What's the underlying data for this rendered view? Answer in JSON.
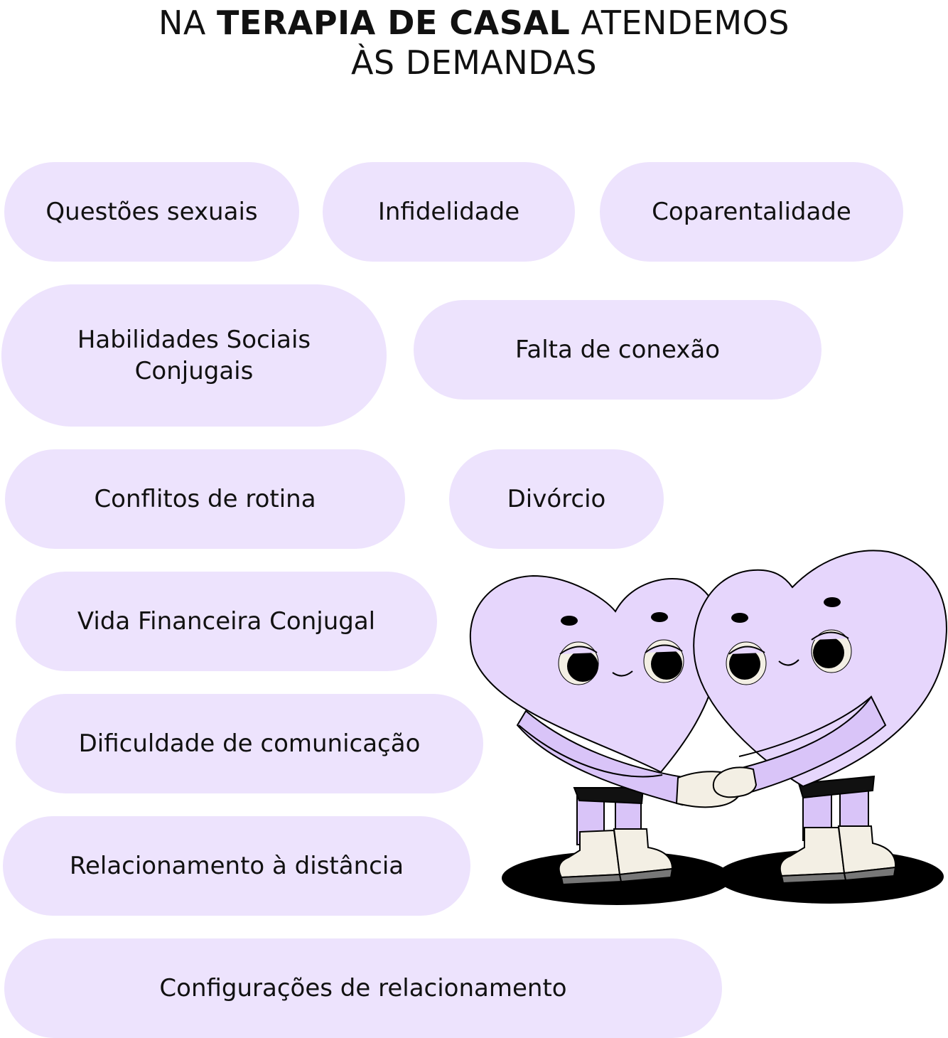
{
  "title": {
    "prefix": "NA ",
    "emphasis": "TERAPIA DE CASAL",
    "suffix": " ATENDEMOS",
    "line2": "ÀS DEMANDAS"
  },
  "demands": [
    "Questões sexuais",
    "Infidelidade",
    "Coparentalidade",
    "Habilidades Sociais Conjugais",
    "Falta de conexão",
    "Conflitos de rotina",
    "Divórcio",
    "Vida Financeira Conjugal",
    "Dificuldade de comunicação",
    "Relacionamento à distância",
    "Configurações de relacionamento"
  ],
  "illustration": {
    "icon": "two-hearts-holding-hands-icon",
    "colors": {
      "pill_background": "#ede3fd",
      "heart_fill": "#e6d6fc",
      "limb_fill": "#d9c4f8",
      "boot_fill": "#f3efe4",
      "shadow": "#000000"
    }
  }
}
